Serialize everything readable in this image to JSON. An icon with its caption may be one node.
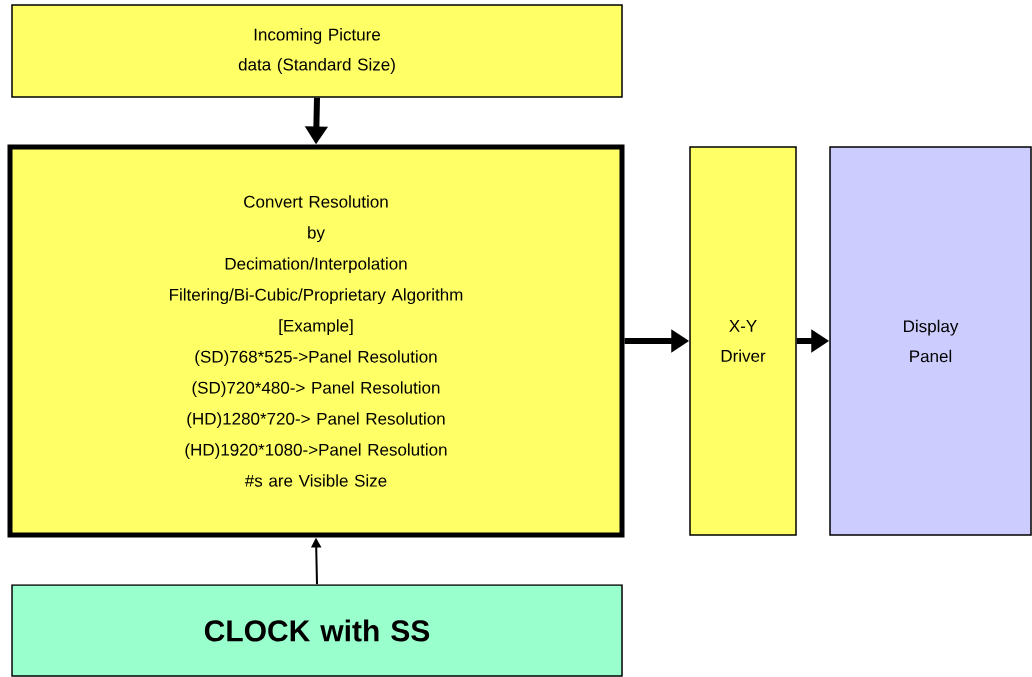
{
  "diagram": {
    "nodes": [
      {
        "text": [
          "Incoming Picture data (Standard Size)"
        ]
      },
      {
        "text": [
          "Convert Resolution",
          "by",
          "Decimation/Interpolation",
          "Filtering/Bi-Cubic/Proprietary Algorithm",
          "[Example]",
          "(SD)768*525->Panel Resolution",
          "(SD)720*480-> Panel Resolution",
          "(HD)1280*720-> Panel Resolution",
          "(HD)1920*1080->Panel Resolution",
          "#s are Visible Size"
        ]
      },
      {
        "text": [
          "X-Y Driver"
        ]
      },
      {
        "text": [
          "Display Panel"
        ]
      },
      {
        "text": [
          "CLOCK with SS"
        ]
      }
    ],
    "edges": [
      {
        "from": 0,
        "to": 1,
        "arrow": "to"
      },
      {
        "from": 1,
        "to": 2,
        "arrow": "to"
      },
      {
        "from": 2,
        "to": 3,
        "arrow": "to"
      },
      {
        "from": 4,
        "to": 1,
        "arrow": "to"
      }
    ]
  }
}
